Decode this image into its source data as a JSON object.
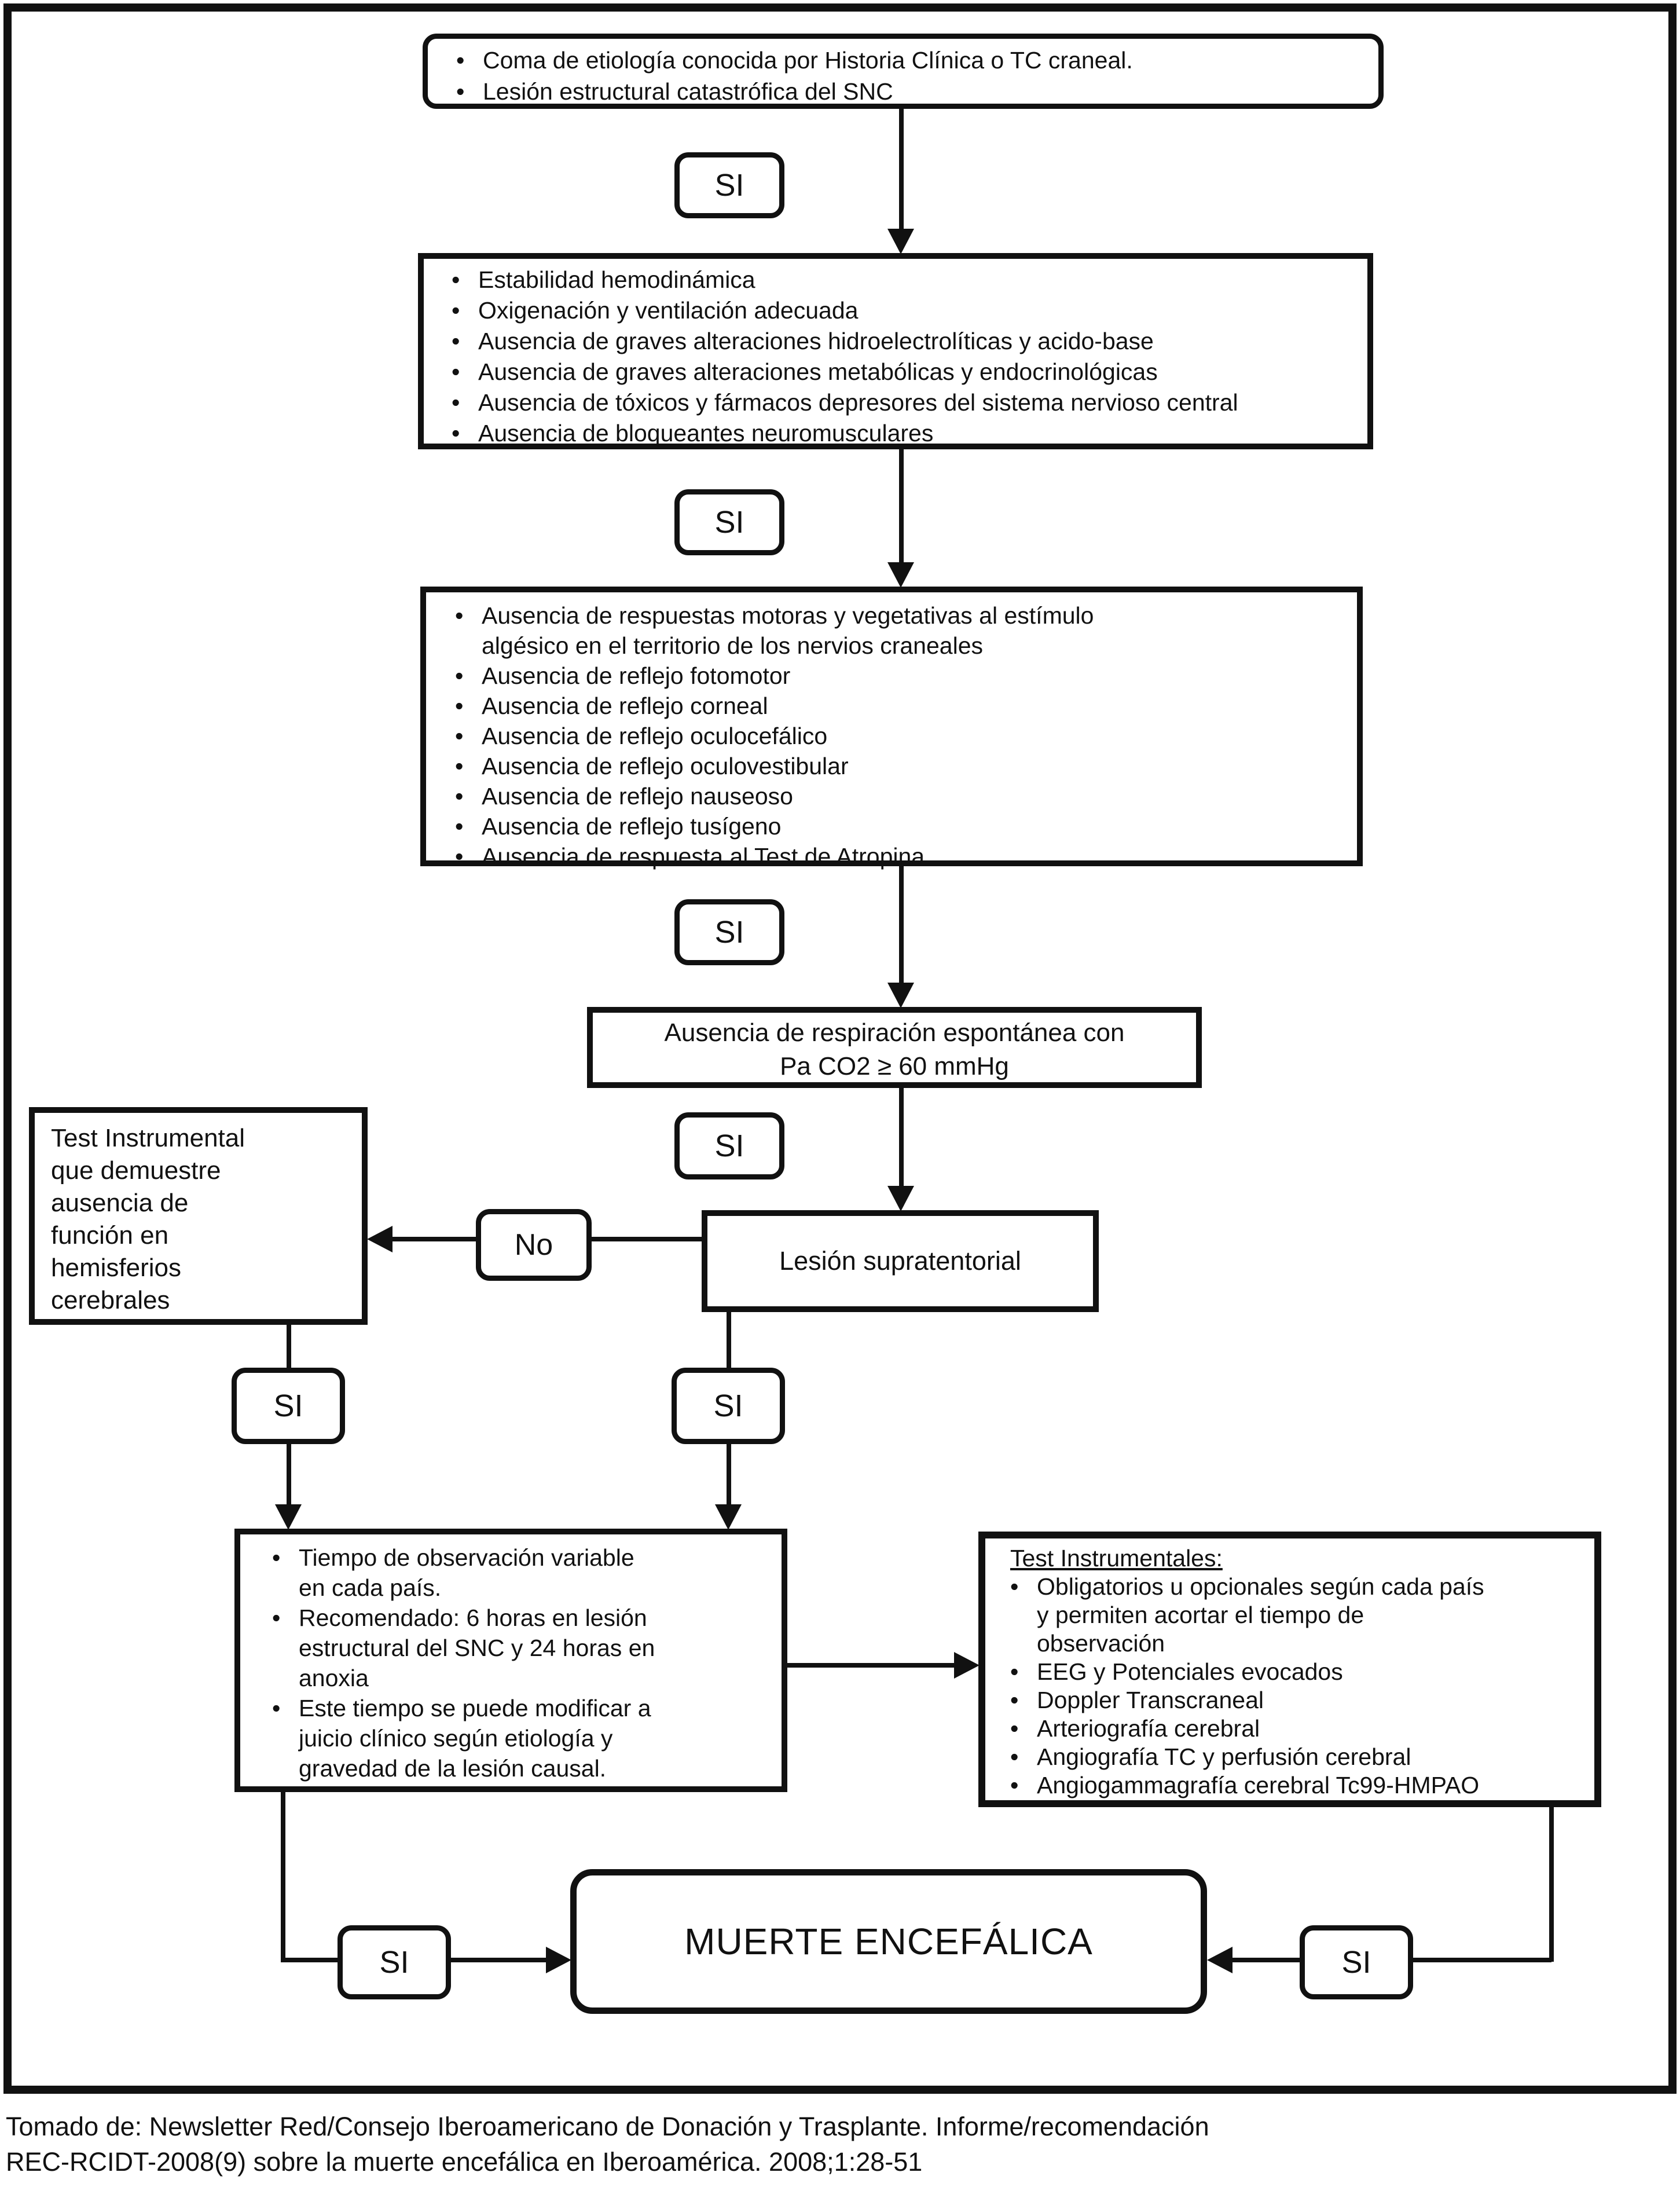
{
  "labels": {
    "si": "SI",
    "no": "No"
  },
  "boxes": {
    "coma": {
      "items": [
        "Coma de etiología conocida por Historia Clínica o TC craneal.",
        "Lesión estructural catastrófica del SNC"
      ]
    },
    "prerequisites": {
      "items": [
        "Estabilidad hemodinámica",
        "Oxigenación y ventilación adecuada",
        "Ausencia de graves alteraciones hidroelectrolíticas y acido-base",
        "Ausencia de graves alteraciones metabólicas y endocrinológicas",
        "Ausencia de tóxicos y fármacos depresores del sistema nervioso central",
        "Ausencia de bloqueantes neuromusculares"
      ]
    },
    "reflexes": {
      "items": [
        "Ausencia de respuestas motoras y vegetativas al estímulo\nalgésico en el territorio de los nervios craneales",
        "Ausencia de reflejo fotomotor",
        "Ausencia de reflejo corneal",
        "Ausencia de reflejo oculocefálico",
        "Ausencia de reflejo oculovestibular",
        "Ausencia de reflejo nauseoso",
        "Ausencia de reflejo tusígeno",
        "Ausencia de respuesta al Test de Atropina"
      ]
    },
    "apnea": {
      "line1": "Ausencia de respiración espontánea con",
      "line2": "Pa CO2 ≥ 60 mmHg"
    },
    "test_instrumental_left": {
      "lines": [
        "Test Instrumental",
        "que demuestre",
        "ausencia de",
        "función en",
        "hemisferios",
        "cerebrales"
      ]
    },
    "lesion": {
      "label": "Lesión supratentorial"
    },
    "observation": {
      "items": [
        "Tiempo de observación variable\nen cada país.",
        "Recomendado: 6 horas en lesión\nestructural del SNC y 24 horas en\nanoxia",
        "Este tiempo se puede modificar a\njuicio clínico según etiología y\ngravedad de la lesión causal."
      ]
    },
    "instrumental_tests": {
      "title": "Test Instrumentales:",
      "items": [
        "Obligatorios u opcionales según cada país\ny permiten acortar el tiempo de\nobservación",
        "EEG y Potenciales evocados",
        "Doppler Transcraneal",
        "Arteriografía cerebral",
        "Angiografía TC y perfusión cerebral",
        "Angiogammagrafía cerebral Tc99-HMPAO"
      ]
    },
    "muerte": {
      "label": "MUERTE ENCEFÁLICA"
    }
  },
  "caption": {
    "text": "Tomado de: Newsletter Red/Consejo Iberoamericano de Donación y Trasplante. Informe/recomendación\nREC-RCIDT-2008(9) sobre la muerte encefálica en Iberoamérica. 2008;1:28-51"
  },
  "colors": {
    "ink": "#111111",
    "background": "#ffffff"
  }
}
